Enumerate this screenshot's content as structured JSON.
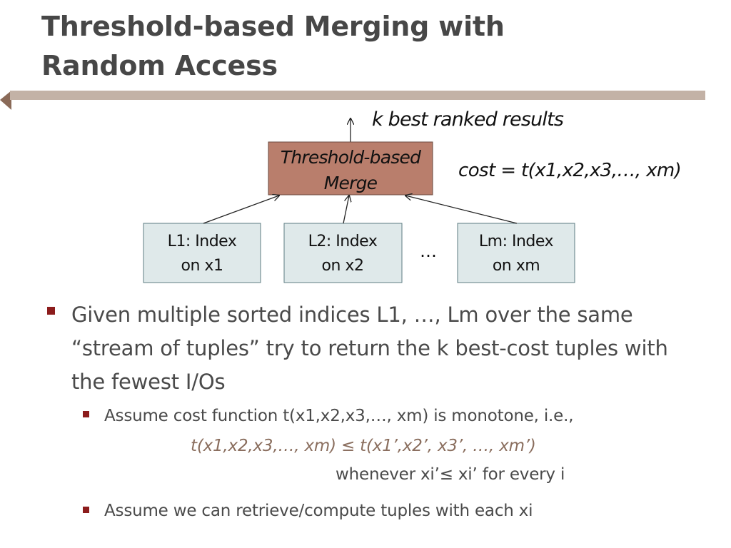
{
  "slide": {
    "title_line1": "Threshold-based Merging with",
    "title_line2": "Random Access"
  },
  "diagram": {
    "output_label": "k best ranked results",
    "merge_label_line1": "Threshold-based",
    "merge_label_line2": "Merge",
    "cost_label": "cost = t(x1,x2,x3,…, xm)",
    "ellipsis": "…",
    "indices": [
      {
        "line1": "L1: Index",
        "line2": "on x1"
      },
      {
        "line1": "L2: Index",
        "line2": "on x2"
      },
      {
        "line1": "Lm: Index",
        "line2": "on xm"
      }
    ],
    "colors": {
      "merge_box": "#b97e6c",
      "index_box": "#dfe9ea",
      "title_rule": "#c3b2a6",
      "bullet": "#8c1c1c",
      "formula": "#8a6e5e"
    }
  },
  "bullets": {
    "main": "Given multiple sorted indices L1, …, Lm over the same “stream of tuples” try to return the k best-cost tuples with the fewest I/Os",
    "sub1_line1": "Assume cost function t(x1,x2,x3,…, xm) is monotone, i.e.,",
    "sub1_formula": "t(x1,x2,x3,…, xm) ≤ t(x1’,x2’, x3’, …, xm’)",
    "sub1_condition": "whenever xi’≤ xi’  for every i",
    "sub2": "Assume we can retrieve/compute tuples with each xi"
  }
}
